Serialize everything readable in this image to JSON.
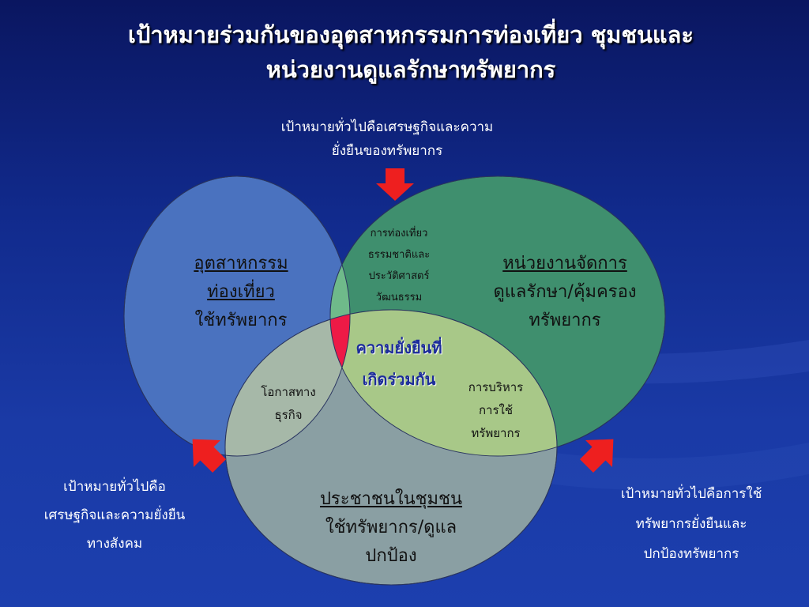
{
  "title": {
    "line1": "เป้าหมายร่วมกันของอุตสาหกรรมการท่องเที่ยว ชุมชนและ",
    "line2": "หน่วยงานดูแลรักษาทรัพยากร"
  },
  "goals": {
    "top": {
      "line1": "เป้าหมายทั่วไปคือเศรษฐกิจและความ",
      "line2": "ยั่งยืนของทรัพยากร"
    },
    "left": {
      "line1": "เป้าหมายทั่วไปคือ",
      "line2": "เศรษฐกิจและความยั่งยืน",
      "line3": "ทางสังคม"
    },
    "right": {
      "line1": "เป้าหมายทั่วไปคือการใช้",
      "line2": "ทรัพยากรยั่งยืนและ",
      "line3": "ปกป้องทรัพยากร"
    }
  },
  "circles": {
    "tourism": {
      "title1": "อุตสาหกรรม",
      "title2": "ท่องเที่ยว",
      "sub": "ใช้ทรัพยากร"
    },
    "agency": {
      "title": "หน่วยงานจัดการ",
      "sub1": "ดูแลรักษา/คุ้มครอง",
      "sub2": "ทรัพยากร"
    },
    "community": {
      "title": "ประชาชนในชุมชน",
      "sub1": "ใช้ทรัพยากร/ดูแล",
      "sub2": "ปกป้อง"
    }
  },
  "overlaps": {
    "tourism_agency": {
      "line1": "การท่องเที่ยว",
      "line2": "ธรรมชาติและ",
      "line3": "ประวัติศาสตร์",
      "line4": "วัฒนธรรม"
    },
    "tourism_community": {
      "line1": "โอกาสทาง",
      "line2": "ธุรกิจ"
    },
    "agency_community": {
      "line1": "การบริหาร",
      "line2": "การใช้",
      "line3": "ทรัพยากร"
    },
    "center": {
      "line1": "ความยั่งยืนที่",
      "line2": "เกิดร่วมกัน"
    }
  },
  "colors": {
    "tourism_circle": "#4a72bf",
    "agency_circle": "#3f8f6e",
    "community_circle": "#8a9fa3",
    "overlap_ta": "#6fba8a",
    "overlap_tc": "#a6b8a8",
    "overlap_ac": "#a8c888",
    "center": "#ee1a46",
    "arrow": "#ee1f1f"
  }
}
